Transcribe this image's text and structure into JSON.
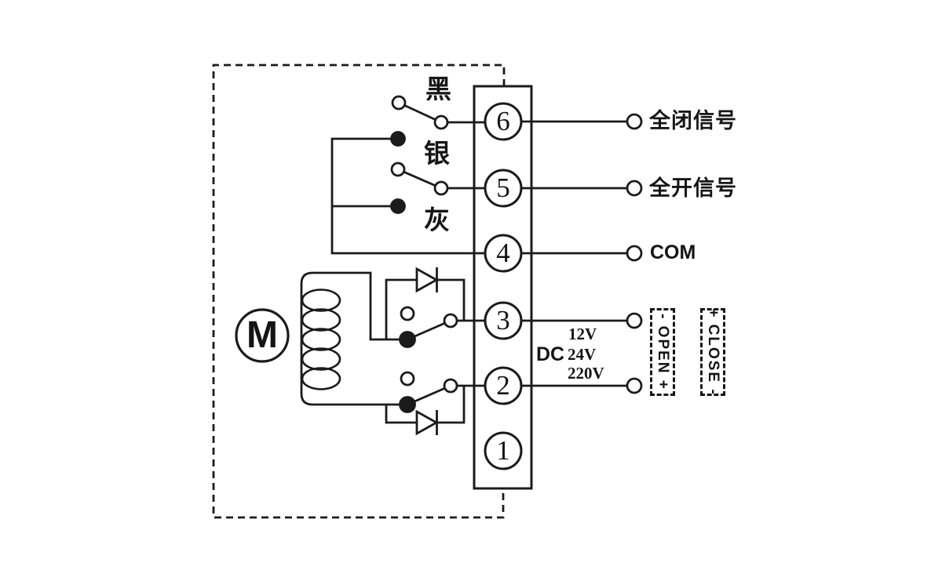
{
  "motor": {
    "label": "M"
  },
  "terminal_block": {
    "terminals": [
      "6",
      "5",
      "4",
      "3",
      "2",
      "1"
    ]
  },
  "limit_switch_wires": {
    "black": "黑",
    "silver": "银",
    "gray": "灰"
  },
  "outputs": {
    "full_close_signal": "全闭信号",
    "full_open_signal": "全开信号",
    "common": "COM"
  },
  "power_supply": {
    "type": "DC",
    "voltages": [
      "12V",
      "24V",
      "220V"
    ]
  },
  "polarity": {
    "open": "- OPEN +",
    "close": "+ CLOSE -"
  },
  "colors": {
    "line": "#1b1b1b",
    "background": "#ffffff"
  }
}
